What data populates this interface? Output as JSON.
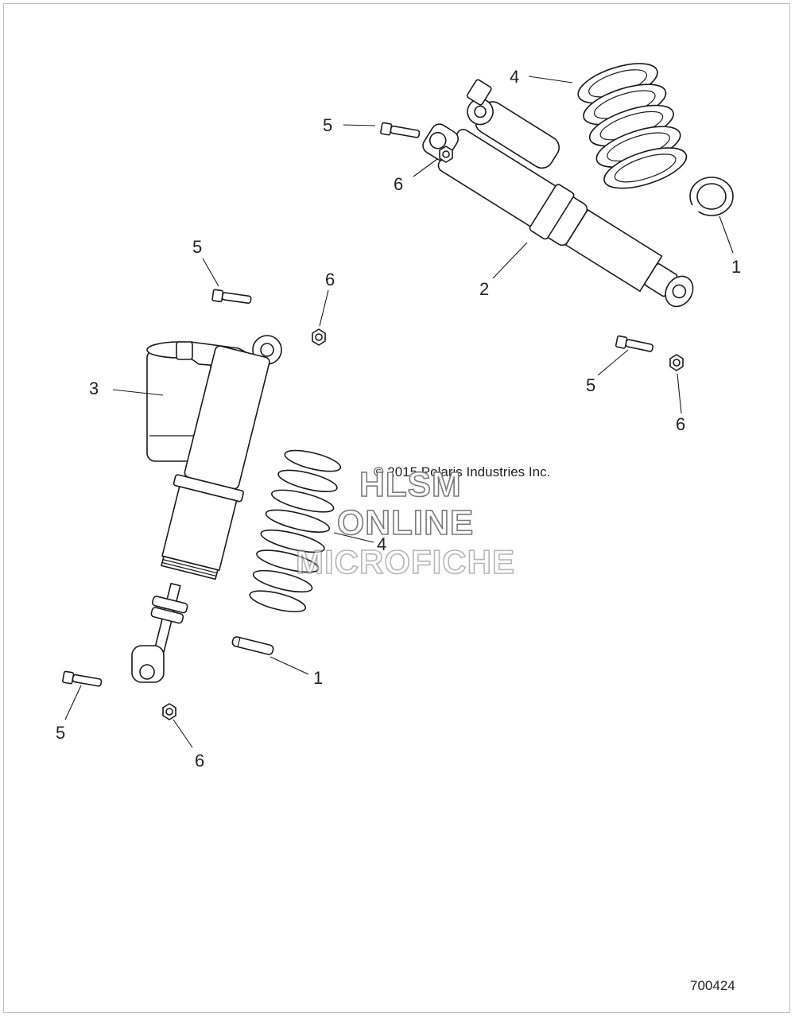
{
  "diagram": {
    "copyright": "© 2015 Polaris Industries Inc.",
    "figure_number": "700424",
    "watermark": [
      "HLSM",
      "ONLINE",
      "MICROFICHE"
    ],
    "callouts": {
      "c1a": "1",
      "c1b": "1",
      "c2": "2",
      "c3": "3",
      "c4a": "4",
      "c4b": "4",
      "c5a": "5",
      "c5b": "5",
      "c5c": "5",
      "c5d": "5",
      "c6a": "6",
      "c6b": "6",
      "c6c": "6",
      "c6d": "6"
    }
  }
}
